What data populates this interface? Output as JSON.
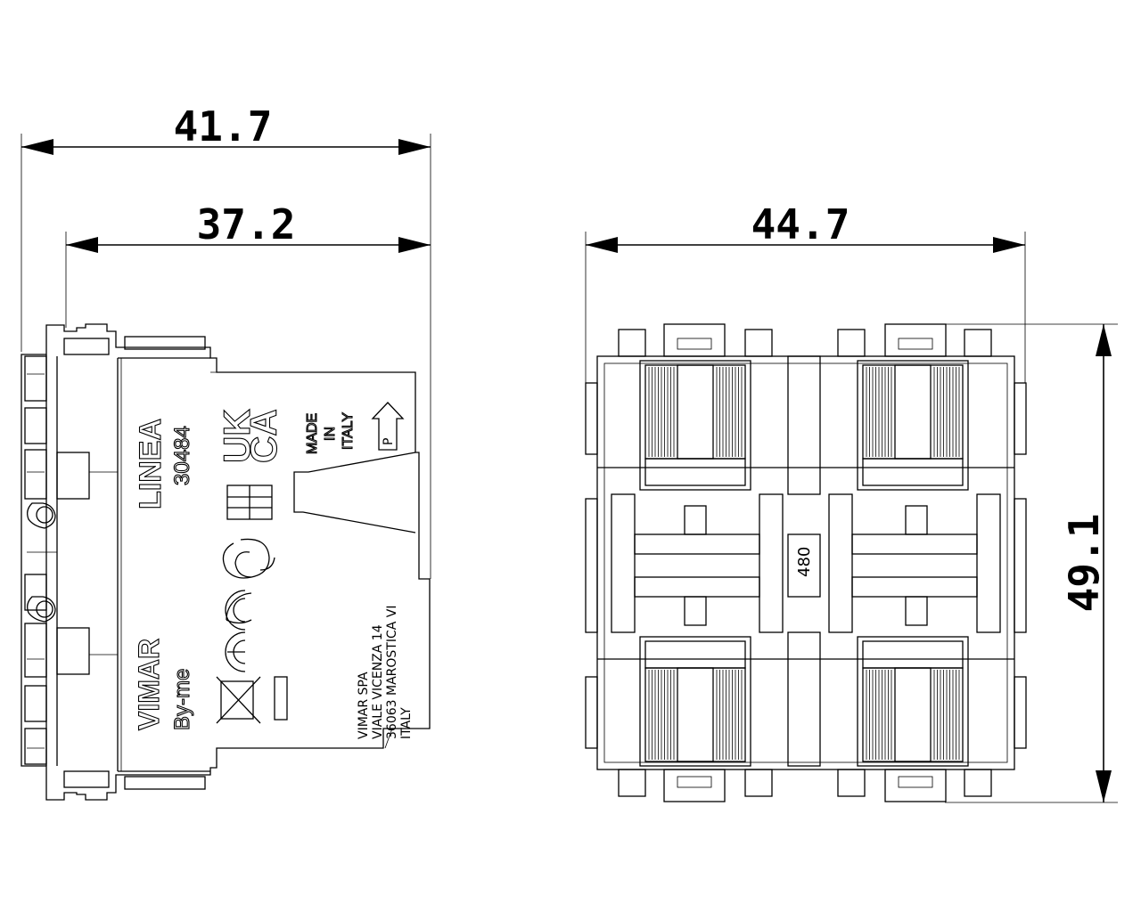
{
  "dimensions": {
    "overall_depth": "41.7",
    "body_depth": "37.2",
    "width": "44.7",
    "height": "49.1"
  },
  "side_markings": {
    "series": "LINEA",
    "code": "30484",
    "ukca_top": "UK",
    "ukca_bottom": "CA",
    "made_line1": "MADE",
    "made_line2": "IN",
    "made_line3": "ITALY",
    "p_label": "P",
    "brand": "VIMAR",
    "product": "By-me",
    "address_line1": "VIMAR  SPA",
    "address_line2": "VIALE  VICENZA  14",
    "address_line3": "36063  MAROSTICA  VI",
    "address_line4": "ITALY"
  },
  "front_markings": {
    "code": "480"
  }
}
